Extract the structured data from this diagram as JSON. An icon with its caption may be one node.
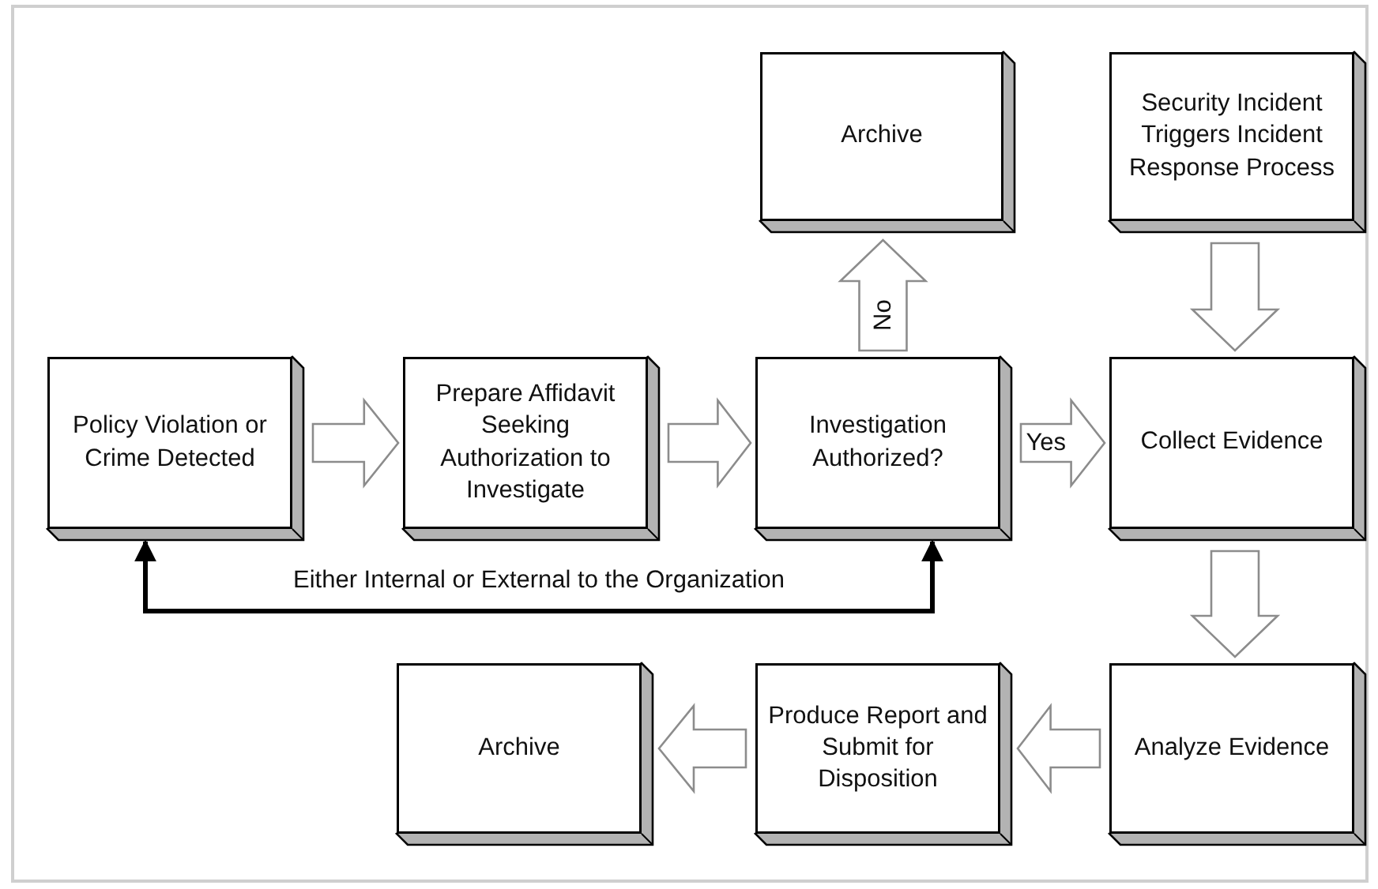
{
  "diagram": {
    "nodes": [
      {
        "text": [
          "Archive"
        ]
      },
      {
        "text": [
          "Security Incident Triggers Incident Response Process"
        ]
      },
      {
        "text": [
          "Policy Violation or Crime Detected"
        ]
      },
      {
        "text": [
          "Prepare Affidavit Seeking Authorization to Investigate"
        ]
      },
      {
        "text": [
          "Investigation Authorized?"
        ]
      },
      {
        "text": [
          "Collect Evidence"
        ]
      },
      {
        "text": [
          "Analyze Evidence"
        ]
      },
      {
        "text": [
          "Produce Report and Submit for Disposition"
        ]
      },
      {
        "text": [
          "Archive"
        ]
      }
    ],
    "edges": [
      {
        "from": 2,
        "to": 3,
        "arrow": "to"
      },
      {
        "from": 3,
        "to": 4,
        "arrow": "to"
      },
      {
        "from": 4,
        "to": 0,
        "arrow": "to",
        "label": "No"
      },
      {
        "from": 4,
        "to": 5,
        "arrow": "to",
        "label": "Yes"
      },
      {
        "from": 1,
        "to": 5,
        "arrow": "to"
      },
      {
        "from": 5,
        "to": 6,
        "arrow": "to"
      },
      {
        "from": 6,
        "to": 7,
        "arrow": "to"
      },
      {
        "from": 7,
        "to": 8,
        "arrow": "to"
      },
      {
        "from": 2,
        "to": 4,
        "arrow": "both",
        "color": "#000000",
        "label": "Either Internal or External to the Organization"
      }
    ]
  }
}
